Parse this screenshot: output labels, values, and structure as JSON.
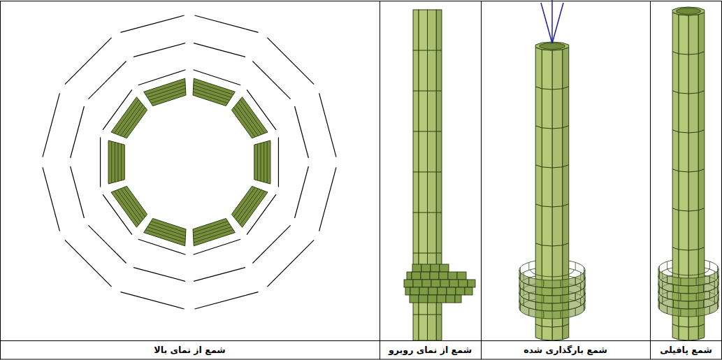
{
  "diagram": {
    "labels": [
      "شمع پافیلی",
      "شمع بارگذاری شده",
      "شمع از نمای روبرو",
      "شمع از نمای بالا"
    ]
  }
}
